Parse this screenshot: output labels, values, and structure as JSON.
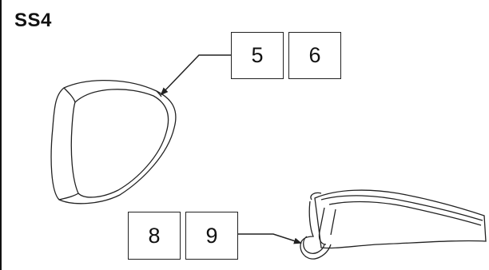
{
  "diagram": {
    "heading": "SS4",
    "callouts": {
      "upper_left": "5",
      "upper_right": "6",
      "lower_left": "8",
      "lower_right": "9"
    },
    "line_color": "#222222",
    "parts": [
      "ear-cushion-part",
      "headband-arm-part"
    ]
  }
}
